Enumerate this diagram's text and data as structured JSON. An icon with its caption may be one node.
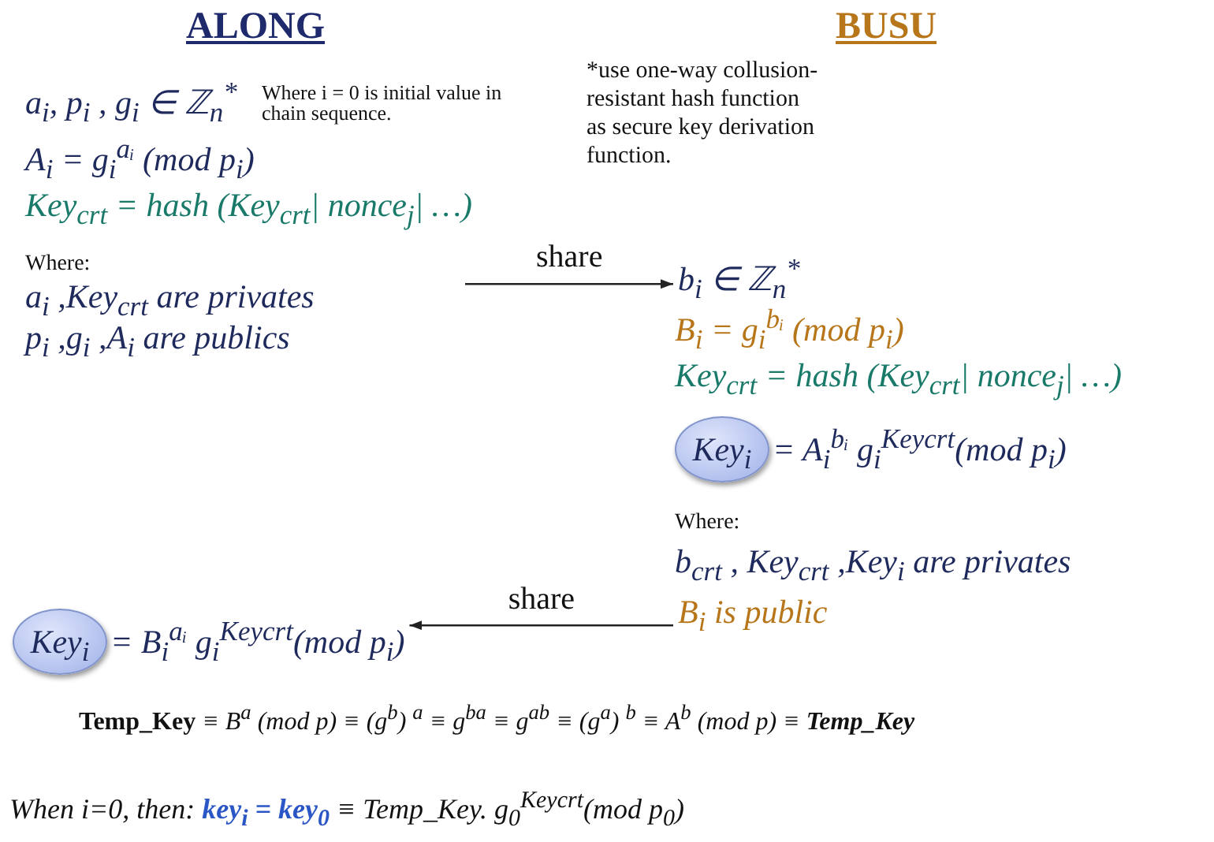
{
  "diagram": {
    "nodes": [
      {
        "text": [
          "b$_{i}$ ∈ ℤ$_{n}$$^{*}$"
        ]
      },
      {
        "text": [
          "Key$_{i}$"
        ],
        "beside": [
          "= A$_{i}$$^{bᵢ}$ g$_{i}$$^{Keycrt}$(mod p$_{i}$)"
        ]
      },
      {
        "text": [
          "B$_{i}$ is public"
        ]
      },
      {
        "text": [
          "Key$_{i}$"
        ],
        "beside": [
          "= B$_{i}$$^{aᵢ}$ g$_{i}$$^{Keycrt}$(mod p$_{i}$)"
        ]
      }
    ],
    "edges": [
      {
        "from": null,
        "to": 0,
        "arrow": "to",
        "label": "share"
      },
      {
        "from": 2,
        "to": 3,
        "arrow": "to",
        "label": "share"
      }
    ],
    "labels": [
      "ALONG",
      "BUSU",
      "a$_{i}$, p$_{i}$ , g$_{i}$ ∈ ℤ$_{n}$$^{*}$",
      "Where i = 0 is initial value in chain sequence.",
      "*use one-way collusion-resistant hash function as secure key derivation function.",
      "A$_{i}$ = g$_{i}$$^{aᵢ}$ (mod p$_{i}$)",
      "Key$_{crt}$ = hash (Key$_{crt}$| nonce$_{j}$| …)",
      "Where:",
      "a$_{i}$ ,Key$_{crt}$ are privates",
      "p$_{i}$ ,g$_{i}$ ,A$_{i}$ are publics",
      "B$_{i}$ = g$_{i}$$^{bᵢ}$ (mod p$_{i}$)",
      "Key$_{crt}$ = hash (Key$_{crt}$| nonce$_{j}$| …)",
      "Where:",
      "b$_{crt}$ , Key$_{crt}$ ,Key$_{i}$ are privates",
      "**Temp_Key** ≡ B$^{a}$ (mod p) ≡ (g$^{b}$) $^{a}$ ≡ g$^{ba}$ ≡ g$^{ab}$ ≡ (g$^{a}$) $^{b}$ ≡ A$^{b}$ (mod p) ≡ *Temp_Key*",
      "When i=0, then: **key$_{i}$ = key$_{0}$** ≡ Temp_Key. g$_{0}$$^{Keycrt}$(mod p$_{0}$)"
    ]
  }
}
